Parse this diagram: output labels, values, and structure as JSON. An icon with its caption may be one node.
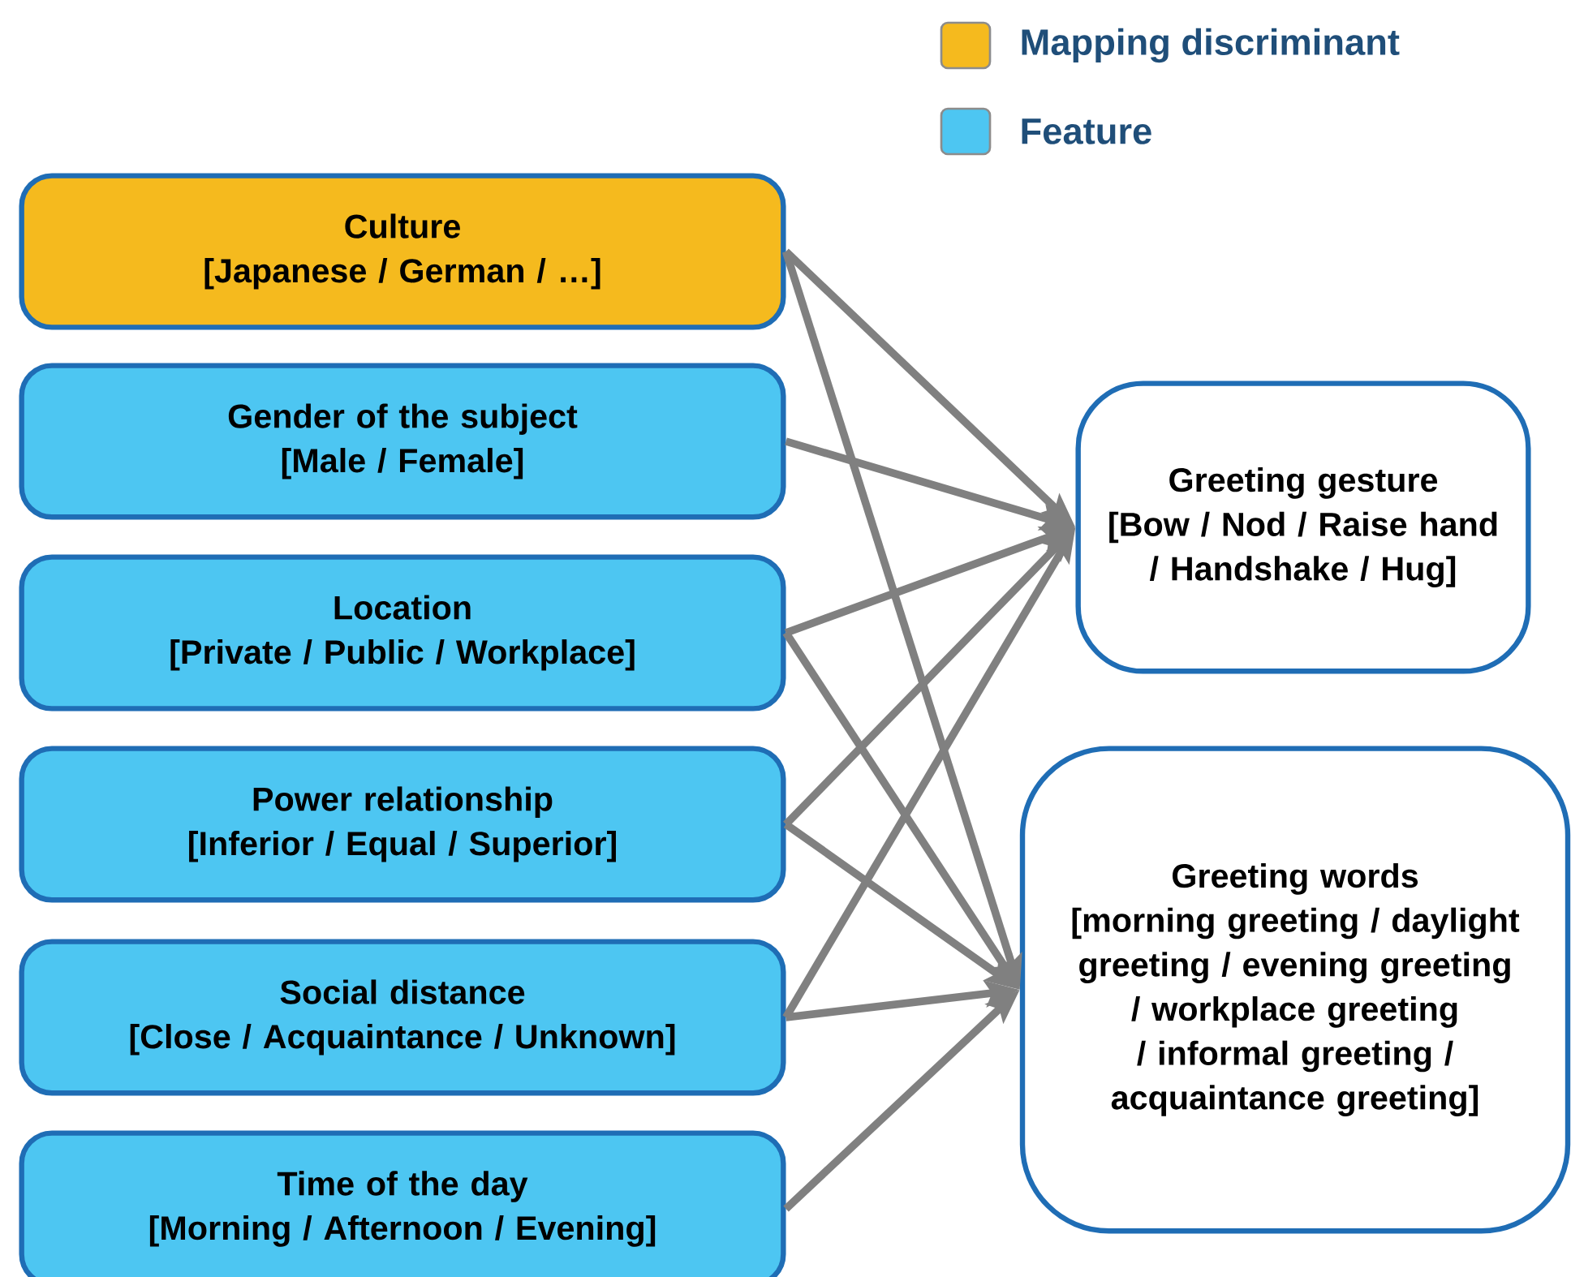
{
  "diagram": {
    "nodes": [
      {
        "text": [
          "Culture",
          "[Japanese / German / …]"
        ]
      },
      {
        "text": [
          "Gender of the subject",
          "[Male / Female]"
        ]
      },
      {
        "text": [
          "Location",
          "[Private / Public / Workplace]"
        ]
      },
      {
        "text": [
          "Power relationship",
          "[Inferior / Equal / Superior]"
        ]
      },
      {
        "text": [
          "Social distance",
          "[Close / Acquaintance / Unknown]"
        ]
      },
      {
        "text": [
          "Time of the day",
          "[Morning / Afternoon / Evening]"
        ]
      },
      {
        "text": [
          "Greeting gesture",
          "[Bow / Nod / Raise hand / Handshake / Hug]"
        ]
      },
      {
        "text": [
          "Greeting words",
          "[morning greeting / daylight greeting / evening greeting / workplace greeting / informal greeting / acquaintance greeting]"
        ]
      }
    ],
    "edges": [
      {
        "from": 0,
        "to": 6,
        "arrow": "to"
      },
      {
        "from": 0,
        "to": 7,
        "arrow": "to"
      },
      {
        "from": 1,
        "to": 6,
        "arrow": "to"
      },
      {
        "from": 2,
        "to": 6,
        "arrow": "to"
      },
      {
        "from": 2,
        "to": 7,
        "arrow": "to"
      },
      {
        "from": 3,
        "to": 6,
        "arrow": "to"
      },
      {
        "from": 3,
        "to": 7,
        "arrow": "to"
      },
      {
        "from": 4,
        "to": 6,
        "arrow": "to"
      },
      {
        "from": 4,
        "to": 7,
        "arrow": "to"
      },
      {
        "from": 5,
        "to": 7,
        "arrow": "to"
      }
    ],
    "legend": [
      {
        "text": "Mapping discriminant",
        "color": "#f5ba1e"
      },
      {
        "text": "Feature",
        "color": "#4dc6f2"
      }
    ]
  }
}
